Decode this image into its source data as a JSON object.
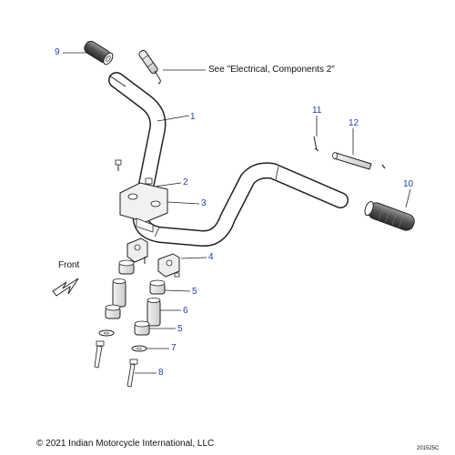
{
  "callouts": {
    "c1": "1",
    "c2": "2",
    "c3": "3",
    "c4": "4",
    "c5a": "5",
    "c5b": "5",
    "c6": "6",
    "c7": "7",
    "c8": "8",
    "c9": "9",
    "c10": "10",
    "c11": "11",
    "c12": "12"
  },
  "reference_note": "See \"Electrical, Components 2\"",
  "direction_label": "Front",
  "copyright": "© 2021 Indian Motorcycle International, LLC",
  "figure_id": "201525C",
  "colors": {
    "callout": "#1f3fa8",
    "line": "#222222"
  }
}
